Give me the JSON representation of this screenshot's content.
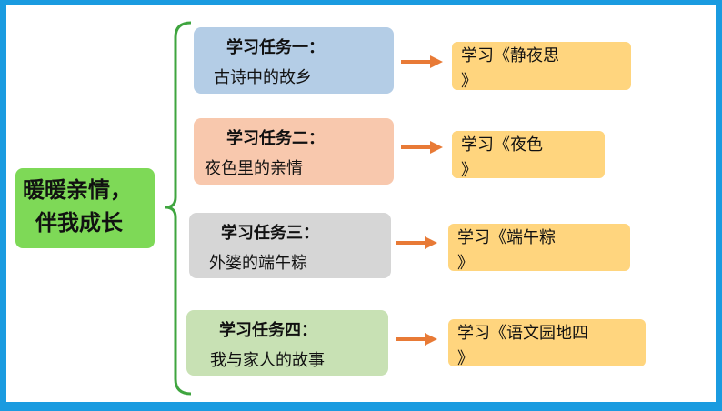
{
  "root": {
    "line1": "暖暖亲情，",
    "line2": "伴我成长"
  },
  "tasks": [
    {
      "title": "学习任务一：",
      "subtitle": "古诗中的故乡",
      "result_line1": "学习《静夜思",
      "result_line2": "》"
    },
    {
      "title": "学习任务二：",
      "subtitle": "夜色里的亲情",
      "result_line1": "学习《夜色",
      "result_line2": "》"
    },
    {
      "title": "学习任务三：",
      "subtitle": "外婆的端午粽",
      "result_line1": "学习《端午粽",
      "result_line2": "》"
    },
    {
      "title": "学习任务四：",
      "subtitle": "我与家人的故事",
      "result_line1": "学习《语文园地四",
      "result_line2": "》"
    }
  ],
  "colors": {
    "frame": "#1a9be0",
    "root": "#7ed957",
    "brace": "#3fa53f",
    "arrow": "#e87a36",
    "task1": "#b4cde6",
    "task2": "#f8c8ad",
    "task3": "#d6d6d6",
    "task4": "#c8e1b4",
    "result": "#ffd57e"
  }
}
